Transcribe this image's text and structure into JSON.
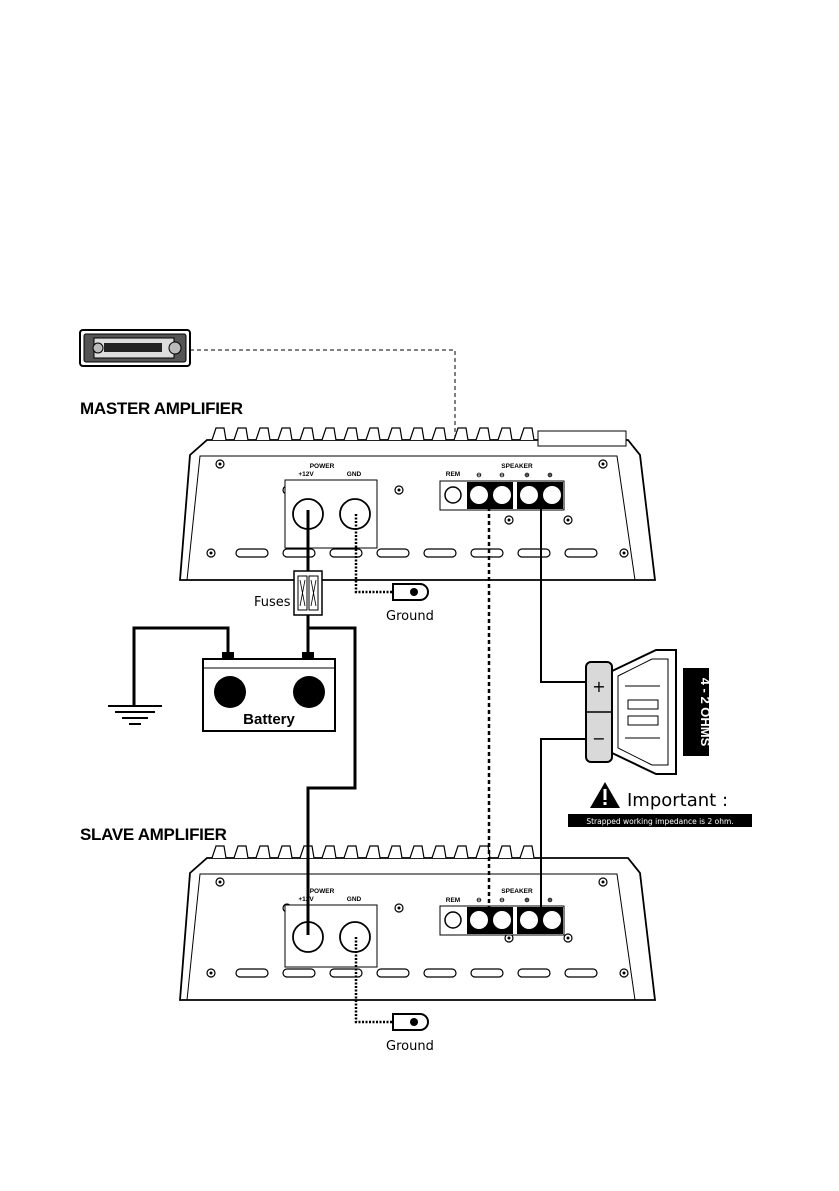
{
  "labels": {
    "master": "MASTER AMPLIFIER",
    "slave": "SLAVE AMPLIFIER",
    "fuses": "Fuses",
    "ground": "Ground",
    "battery": "Battery",
    "minus": "-",
    "plus12v": "+12V",
    "ohms": "4 - 2 OHMS",
    "important": "Important :",
    "impedance_note": "Strapped working impedance is 2 ohm."
  },
  "amp_panel": {
    "power": "POWER",
    "v12": "+12V",
    "gnd": "GND",
    "rem": "REM",
    "speaker": "SPEAKER",
    "neg": "⊖",
    "pos": "⊕"
  },
  "speaker_marks": {
    "plus": "+",
    "minus": "−"
  }
}
